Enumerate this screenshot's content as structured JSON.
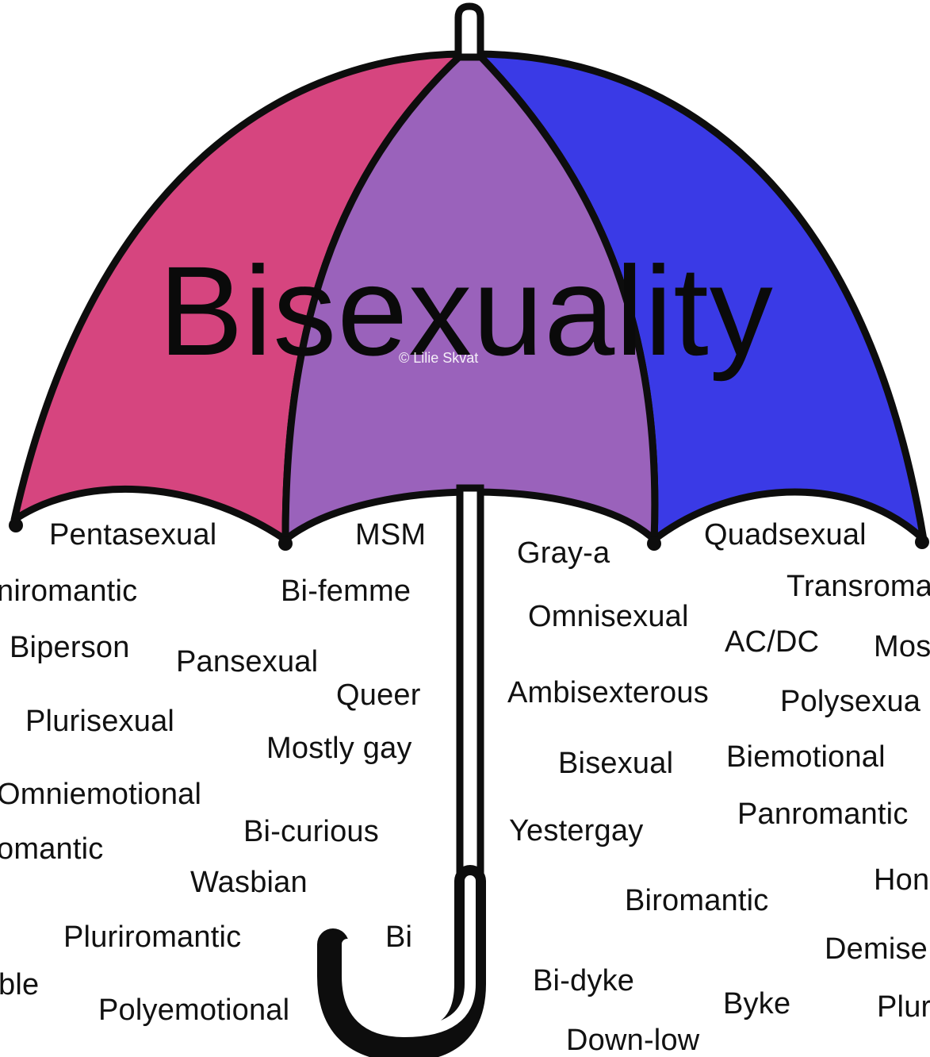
{
  "title": "Bisexuality",
  "credit": "© Lilie Skvat",
  "colors": {
    "left_panel": "#d6457f",
    "center_panel": "#9a62bb",
    "right_panel": "#3a3ae6",
    "outline": "#0d0d0d"
  },
  "left_terms": [
    "Pentasexual",
    "niromantic",
    "Biperson",
    "Pansexual",
    "Plurisexual",
    "Omniemotional",
    "omantic",
    "Wasbian",
    "Pluriromantic",
    "ble",
    "Polyemotional"
  ],
  "center_left_terms": [
    "MSM",
    "Bi-femme",
    "Queer",
    "Mostly gay",
    "Bi-curious",
    "Bi"
  ],
  "center_right_terms": [
    "Gray-a",
    "Omnisexual",
    "Ambisexterous",
    "Bisexual",
    "Yestergay",
    "Biromantic",
    "Bi-dyke",
    "Down-low"
  ],
  "right_terms": [
    "Quadsexual",
    "Transroma",
    "AC/DC",
    "Mos",
    "Polysexua",
    "Biemotional",
    "Panromantic",
    "Hon",
    "Demise",
    "Byke",
    "Plur"
  ]
}
